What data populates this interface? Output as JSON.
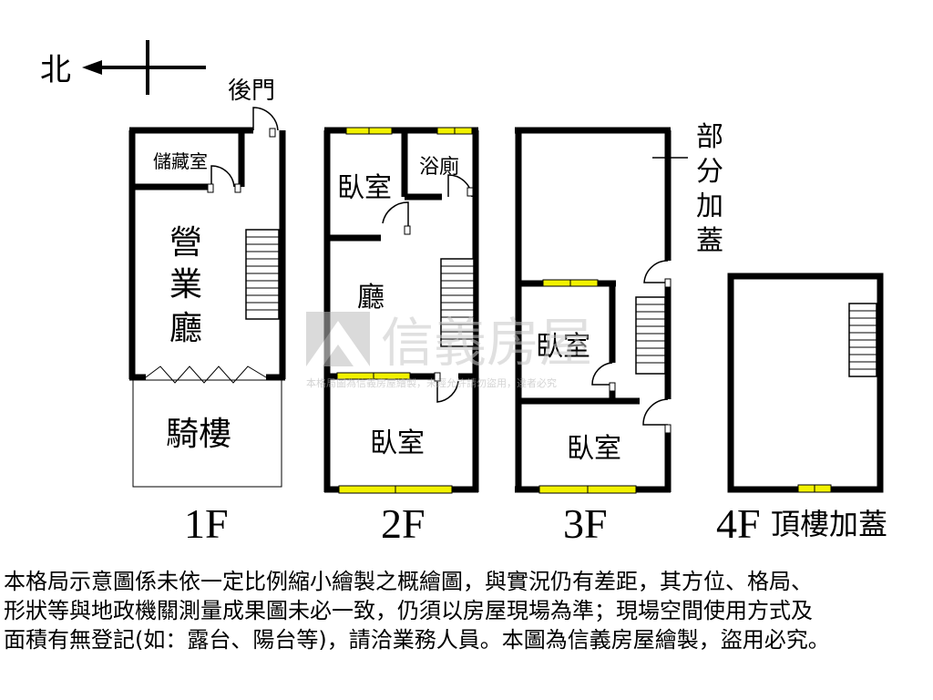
{
  "compass": {
    "label": "北"
  },
  "floor_1": {
    "back_door": "後門",
    "storage": "儲藏室",
    "business_hall": [
      "營",
      "業",
      "廳"
    ],
    "arcade": "騎樓",
    "label": "1F"
  },
  "floor_2": {
    "bedroom_top": "臥室",
    "bathroom": "浴廁",
    "hall": "廳",
    "bedroom_bottom": "臥室",
    "label": "2F"
  },
  "floor_3": {
    "partial_addition": [
      "部",
      "分",
      "加",
      "蓋"
    ],
    "bedroom_middle": "臥室",
    "bedroom_bottom": "臥室",
    "label": "3F"
  },
  "floor_4": {
    "label": "4F",
    "sublabel": "頂樓加蓋"
  },
  "watermark": {
    "brand": "信義房屋",
    "notice": "本格局圖為信義房屋繪製，未經允許請勿盜用，違者必究"
  },
  "colors": {
    "wall": "#000000",
    "window_fill": "#f2f200",
    "watermark": "#c8c8c8"
  },
  "disclaimer": {
    "line1": "本格局示意圖係未依一定比例縮小繪製之概繪圖，與實況仍有差距，其方位、格局、",
    "line2": "形狀等與地政機關測量成果圖未必一致，仍須以房屋現場為準；現場空間使用方式及",
    "line3": "面積有無登記(如：露台、陽台等)，請洽業務人員。本圖為信義房屋繪製，盜用必究。"
  }
}
